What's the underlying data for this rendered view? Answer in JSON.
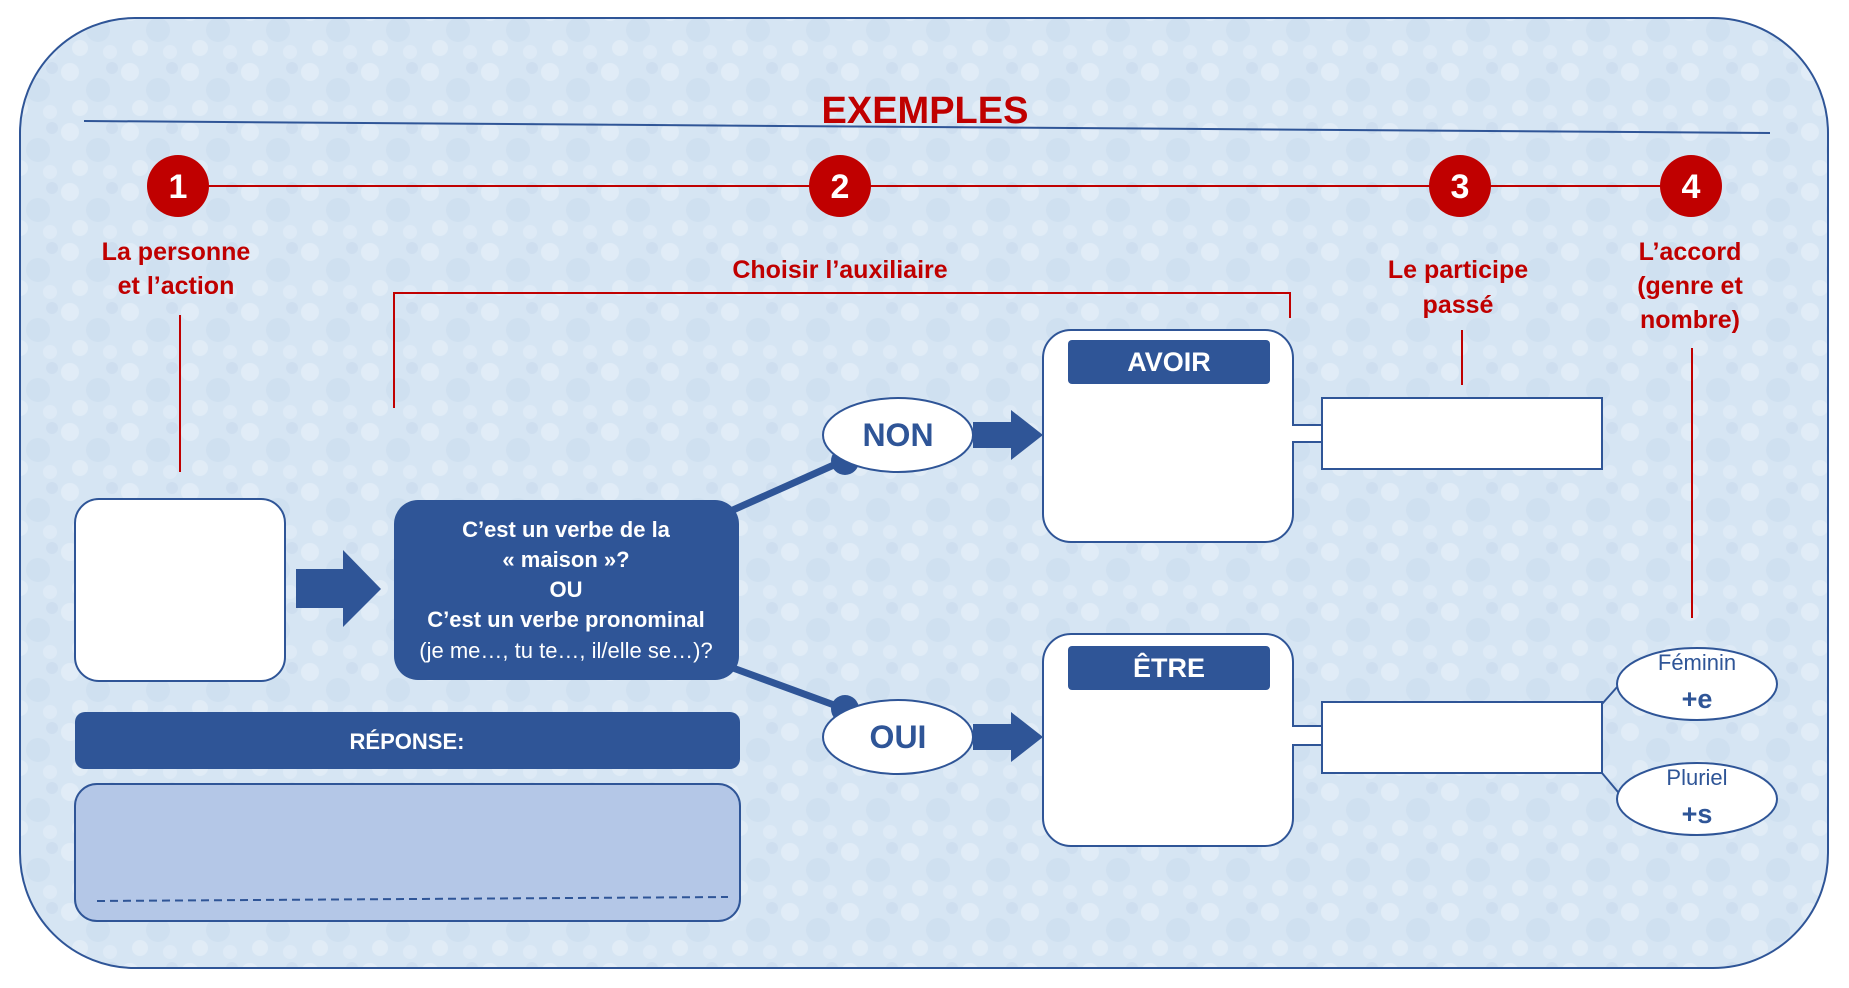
{
  "title": "EXEMPLES",
  "steps": [
    {
      "num": "1",
      "label": [
        "La personne",
        "et l’action"
      ]
    },
    {
      "num": "2",
      "label": [
        "Choisir l’auxiliaire"
      ]
    },
    {
      "num": "3",
      "label": [
        "Le participe",
        "passé"
      ]
    },
    {
      "num": "4",
      "label": [
        "L’accord",
        "(genre et",
        "nombre)"
      ]
    }
  ],
  "question": {
    "lines": [
      "C’est un verbe de la",
      "« maison »?",
      "OU",
      "C’est un verbe pronominal"
    ],
    "hint": "(je me…, tu te…, il/elle se…)?"
  },
  "choices": {
    "no": "NON",
    "yes": "OUI"
  },
  "auxiliaries": {
    "avoir": "AVOIR",
    "etre": "ÊTRE"
  },
  "response": {
    "label": "RÉPONSE:"
  },
  "agreement": {
    "feminine": {
      "label": "Féminin",
      "value": "+e"
    },
    "plural": {
      "label": "Pluriel",
      "value": "+s"
    }
  },
  "colors": {
    "accent_red": "#c00000",
    "primary_blue": "#2f5597",
    "background_blue": "#d7e6f4",
    "answer_fill": "#b4c7e7"
  }
}
